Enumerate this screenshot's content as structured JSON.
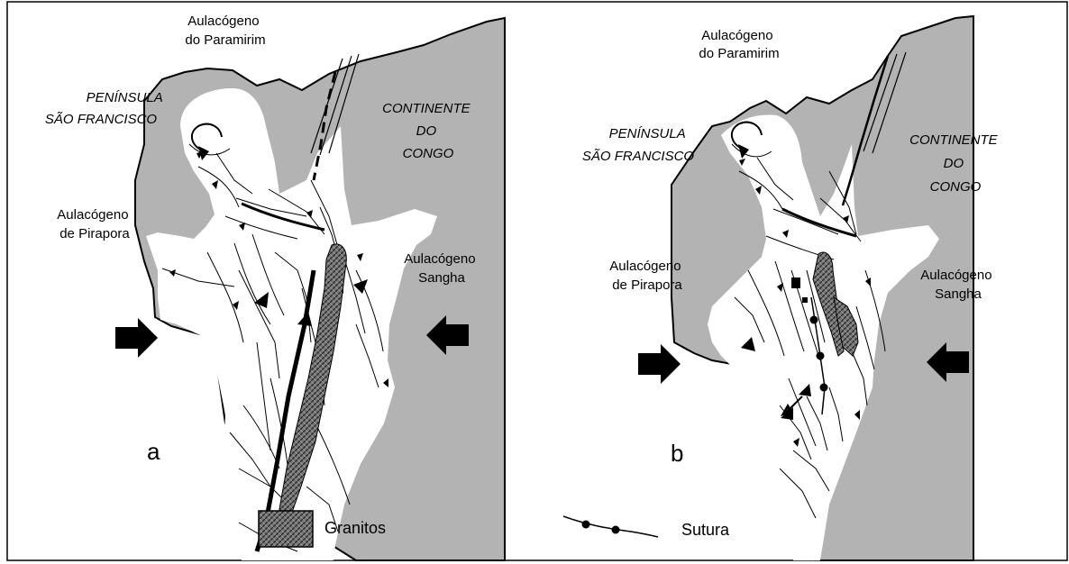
{
  "panel_a": {
    "letter": "a",
    "paramirim": [
      "Aulacógeno",
      "do Paramirim"
    ],
    "peninsula": [
      "PENÍNSULA",
      "SÃO FRANCISCO"
    ],
    "continente": [
      "CONTINENTE",
      "DO",
      "CONGO"
    ],
    "pirapora": [
      "Aulacógeno",
      "de Pirapora"
    ],
    "sangha": [
      "Aulacógeno",
      "Sangha"
    ]
  },
  "panel_b": {
    "letter": "b",
    "paramirim": [
      "Aulacógeno",
      "do Paramirim"
    ],
    "peninsula": [
      "PENÍNSULA",
      "SÃO FRANCISCO"
    ],
    "continente": [
      "CONTINENTE",
      "DO",
      "CONGO"
    ],
    "pirapora": [
      "Aulacógeno",
      "de Pirapora"
    ],
    "sangha": [
      "Aulacógeno",
      "Sangha"
    ]
  },
  "legend": {
    "granitos": "Granitos",
    "sutura": "Sutura"
  },
  "colors": {
    "continent": "#b3b3b3",
    "basin": "#ffffff",
    "line": "#000000"
  }
}
